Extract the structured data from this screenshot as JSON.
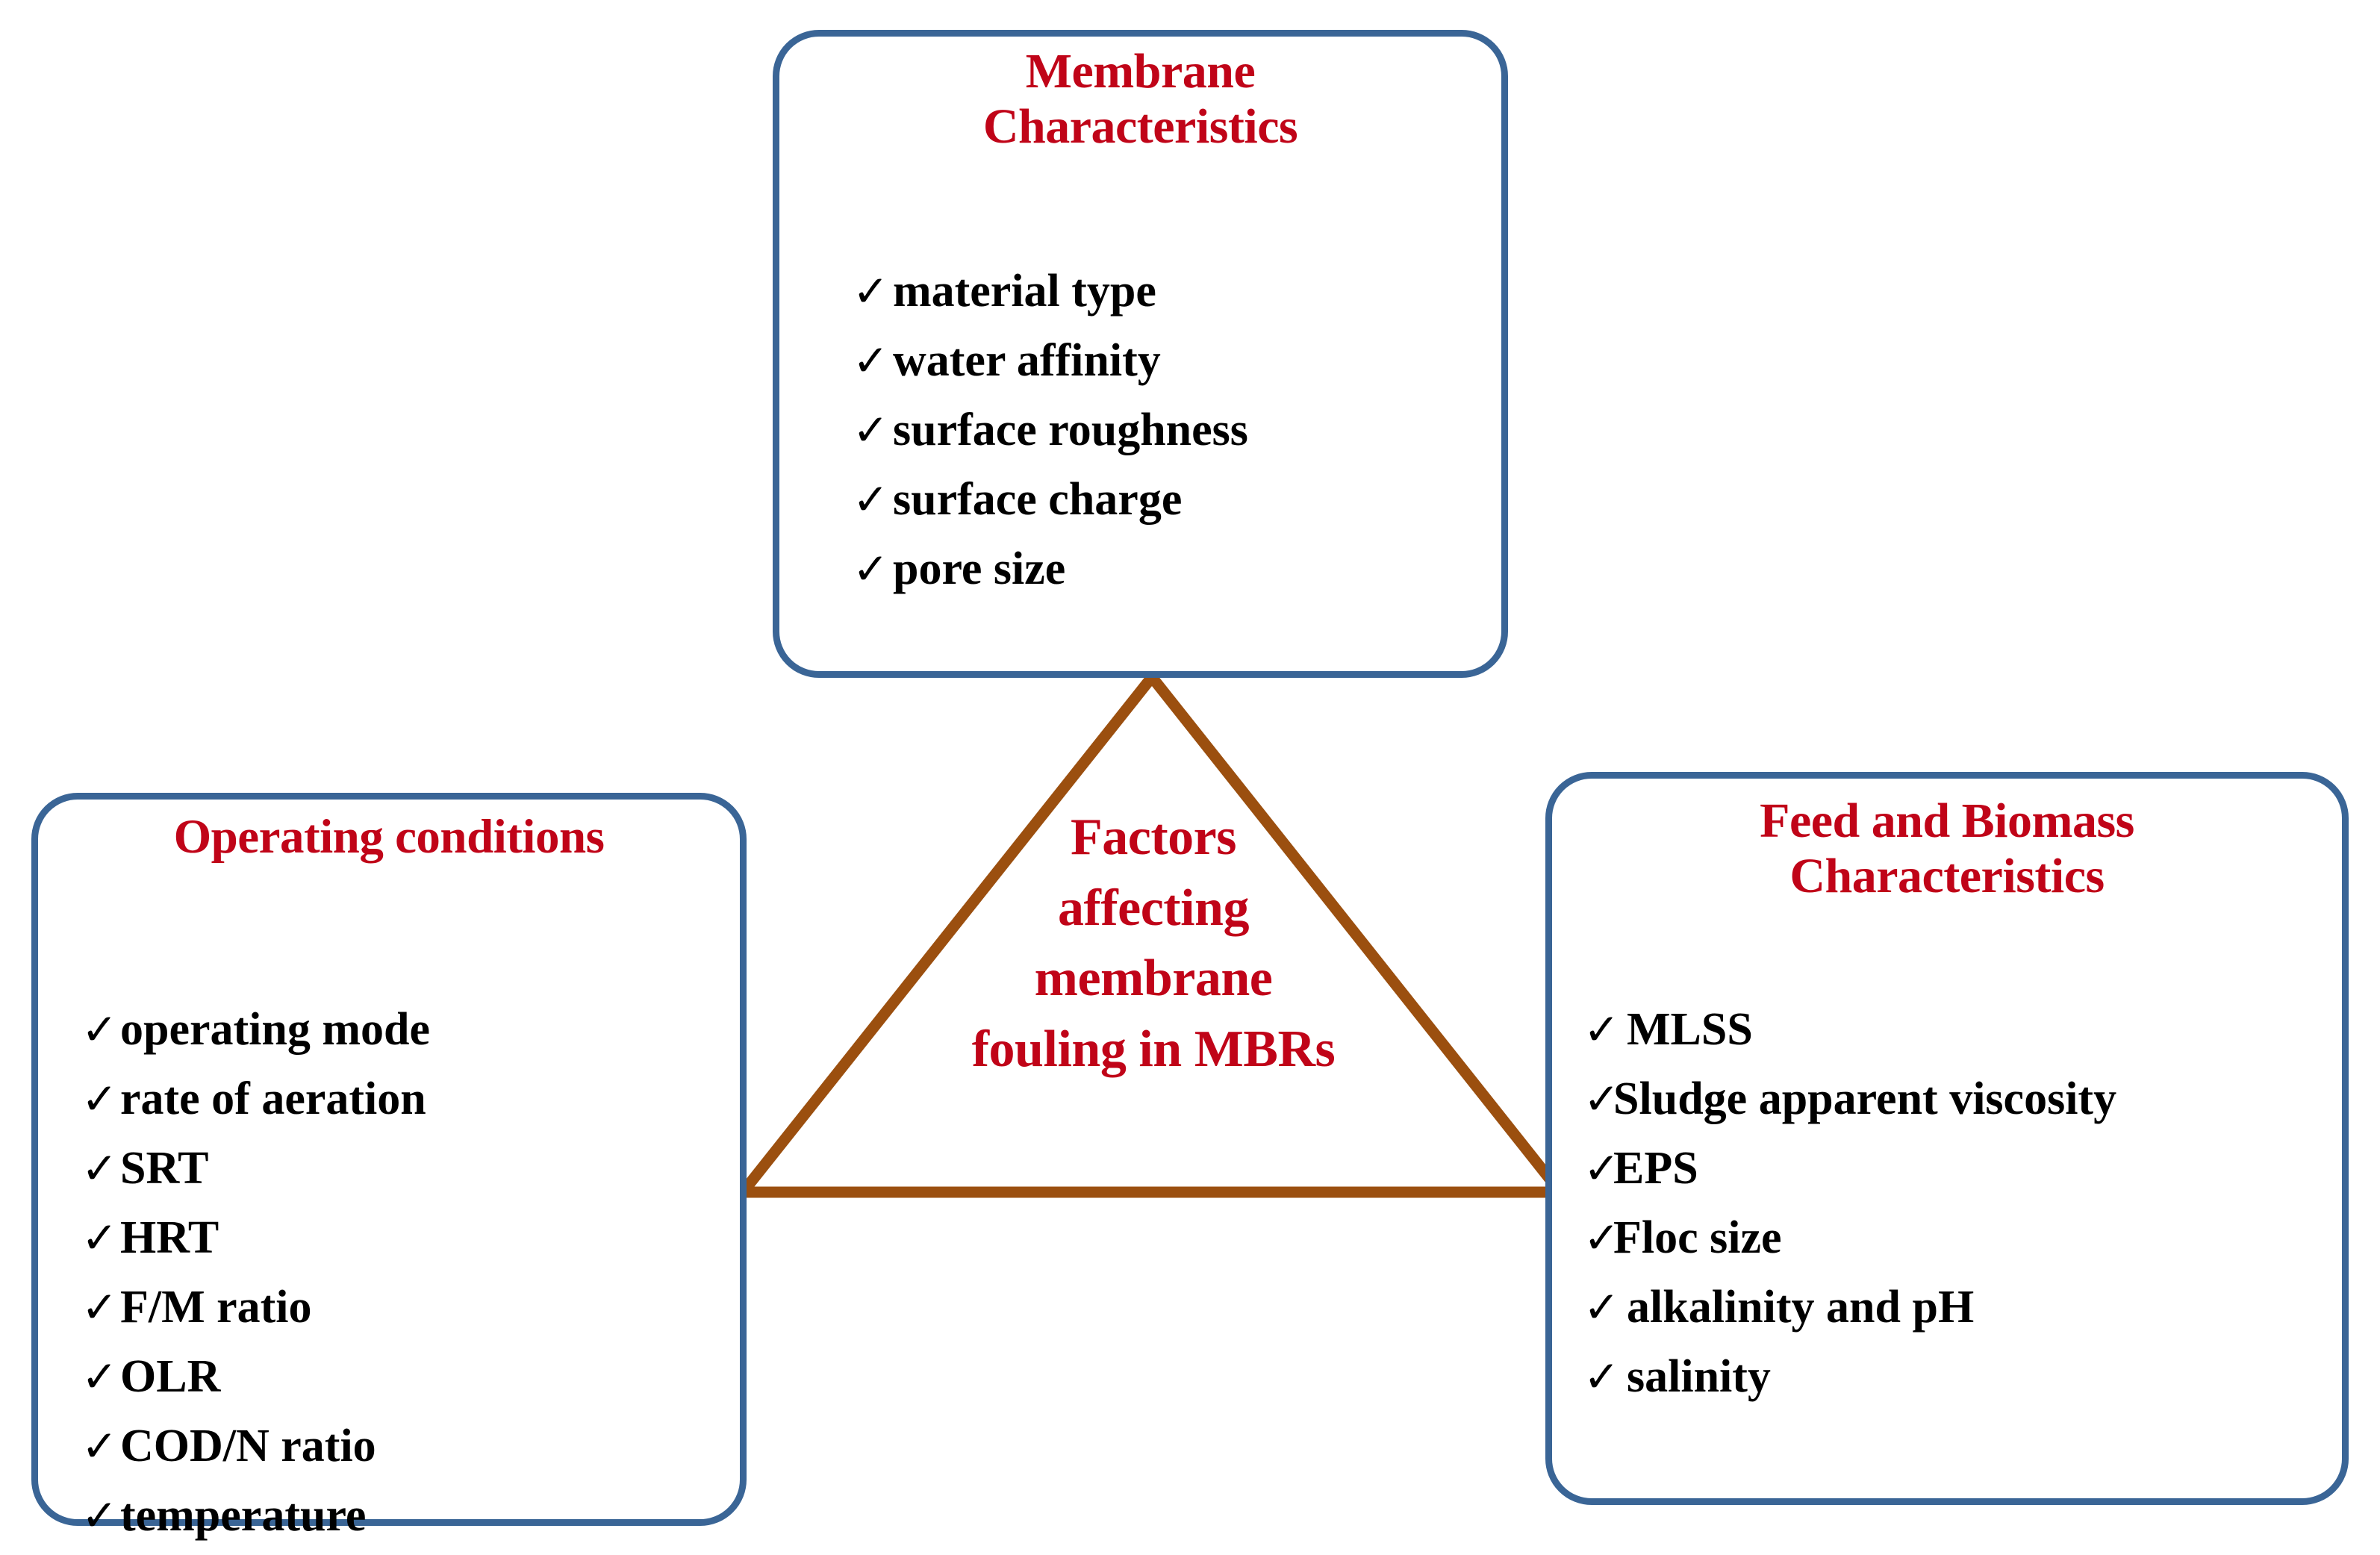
{
  "diagram": {
    "center": {
      "label_lines": [
        "Factors",
        "affecting",
        "membrane",
        "fouling in MBRs"
      ],
      "triangle_color": "#9b4f0f"
    },
    "colors": {
      "box_border": "#3a6596",
      "title_red": "#c00418",
      "list_text": "#000000",
      "triangle": "#9b4f0f",
      "background": "#ffffff"
    },
    "tick_glyph": "✓"
  },
  "boxes": {
    "membrane": {
      "title": "Membrane\nCharacteristics",
      "title_line1": "Membrane",
      "title_line2": "Characteristics",
      "items": [
        "material type",
        "water affinity",
        "surface roughness",
        "surface charge",
        "pore size"
      ]
    },
    "operating": {
      "title": "Operating conditions",
      "items": [
        "operating mode",
        "rate of aeration",
        "SRT",
        "HRT",
        "F/M ratio",
        "OLR",
        "COD/N ratio",
        "temperature"
      ]
    },
    "feed": {
      "title_line1": "Feed and Biomass",
      "title_line2": "Characteristics",
      "items": [
        "MLSS",
        "Sludge apparent viscosity",
        "EPS",
        "Floc size",
        "alkalinity and pH",
        "salinity"
      ]
    }
  }
}
